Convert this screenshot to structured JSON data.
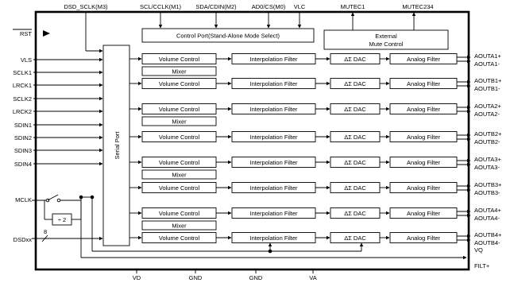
{
  "top_pins": [
    "DSD_SCLK(M3)",
    "SCL/CCLK(M1)",
    "SDA/CDIN(M2)",
    "AD0/CS(M0)",
    "VLC",
    "MUTEC1",
    "MUTEC234"
  ],
  "left_pins": [
    "RST",
    "VLS",
    "SCLK1",
    "LRCK1",
    "SCLK2",
    "LRCK2",
    "SDIN1",
    "SDIN2",
    "SDIN3",
    "SDIN4",
    "MCLK",
    "DSDxx"
  ],
  "bus_width": "8",
  "divider": "÷ 2",
  "blocks": {
    "control_port": "Control Port(Stand-Alone Mode Select)",
    "external_mute_line1": "External",
    "external_mute_line2": "Mute Control",
    "serial_port": "Serial Port",
    "volume_control": "Volume Control",
    "mixer": "Mixer",
    "interpolation_filter": "Interpolation Filter",
    "dac": "ΔΣ DAC",
    "analog_filter": "Analog Filter"
  },
  "outputs": [
    [
      "AOUTA1+",
      "AOUTA1-"
    ],
    [
      "AOUTB1+",
      "AOUTB1-"
    ],
    [
      "AOUTA2+",
      "AOUTA2-"
    ],
    [
      "AOUTB2+",
      "AOUTB2-"
    ],
    [
      "AOUTA3+",
      "AOUTA3-"
    ],
    [
      "AOUTB3+",
      "AOUTB3-"
    ],
    [
      "AOUTA4+",
      "AOUTA4-"
    ],
    [
      "AOUTB4+",
      "AOUTB4-"
    ]
  ],
  "right_pins": [
    "VQ",
    "FILT+"
  ],
  "bottom_pins": [
    "VD",
    "GND",
    "GND",
    "VA"
  ]
}
